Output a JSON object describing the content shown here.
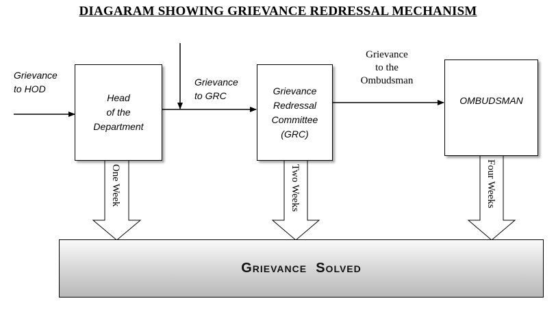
{
  "title": "DIAGARAM SHOWING GRIEVANCE REDRESSAL MECHANISM",
  "nodes": {
    "hod": [
      "Head",
      "of the",
      "Department"
    ],
    "grc": [
      "Grievance",
      "Redressal",
      "Committee",
      "(GRC)"
    ],
    "ombudsman": [
      "OMBUDSMAN"
    ]
  },
  "edges": {
    "to_hod": [
      "Grievance",
      "to HOD"
    ],
    "to_grc": [
      "Grievance",
      "to GRC"
    ],
    "to_ombudsman": [
      "Grievance",
      "to the",
      "Ombudsman"
    ]
  },
  "timelines": {
    "hod": "One Week",
    "grc": "Two Weeks",
    "ombudsman": "Four Weeks"
  },
  "outcome": "Grievance  Solved"
}
